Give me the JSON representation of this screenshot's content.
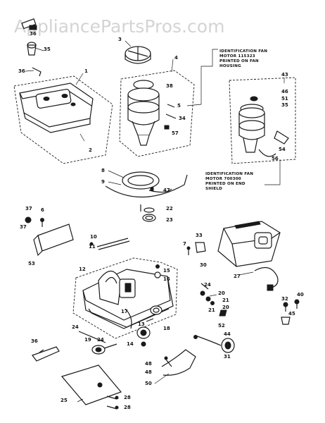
{
  "watermark": "AppliancePartsPros.com",
  "callouts": {
    "c1": "1",
    "c2": "2",
    "c3": "3",
    "c4": "4",
    "c5": "5",
    "c6": "6",
    "c7": "7",
    "c8": "8",
    "c9": "9",
    "c11": "11",
    "c12": "12",
    "c13": "13",
    "c14": "14",
    "c15": "15",
    "c16": "16",
    "c17": "17",
    "c18": "18",
    "c19": "19",
    "c20": "20",
    "c21": "21",
    "c22": "22",
    "c23": "23",
    "c24a": "24",
    "c24b": "24",
    "c24c": "24",
    "c25": "25",
    "c27": "27",
    "c28a": "28",
    "c28b": "28",
    "c30": "30",
    "c31": "31",
    "c32": "32",
    "c33": "33",
    "c34": "34",
    "c35a": "35",
    "c35b": "35",
    "c36a": "36",
    "c36b": "36",
    "c37a": "37",
    "c37b": "37",
    "c38": "38",
    "c40": "40",
    "c43": "43",
    "c44": "44",
    "c45": "45",
    "c46": "46",
    "c47": "47",
    "c48a": "48",
    "c48b": "48",
    "c50": "50",
    "c51": "51",
    "c52": "52",
    "c53": "53",
    "c54": "54",
    "c56": "56",
    "c57": "57",
    "c10": "10",
    "c20b": "20",
    "c21b": "21"
  },
  "notes": {
    "motor_a": [
      "IDENTIFICATION FAN",
      "MOTOR 115323",
      "PRINTED ON FAN",
      "HOUSING"
    ],
    "motor_b": [
      "IDENTIFICATION FAN",
      "MOTOR 700300",
      "PRINTED ON END",
      "SHIELD"
    ]
  }
}
